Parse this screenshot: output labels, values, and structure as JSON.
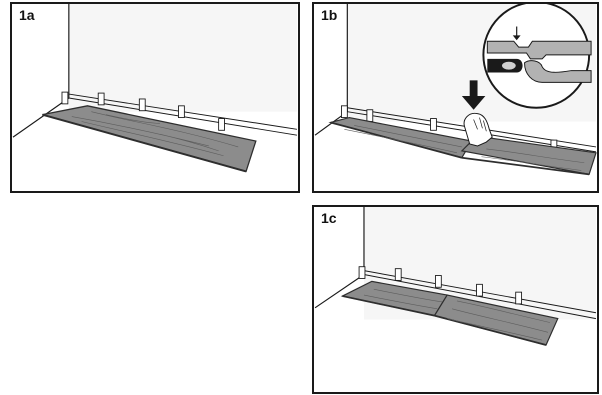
{
  "panels": [
    {
      "id": "1a",
      "label": "1a"
    },
    {
      "id": "1b",
      "label": "1b"
    },
    {
      "id": "1c",
      "label": "1c"
    }
  ],
  "colors": {
    "line": "#1a1a1a",
    "plank": "#8c8c8c",
    "plank_edge": "#2e2e2e",
    "wall": "#f4f4f4",
    "floor": "#ffffff"
  },
  "icons": {
    "press_arrow": "down-arrow-icon",
    "detail": "magnifier-detail-icon",
    "hand": "hand-icon",
    "spacer": "wedge-spacer-icon"
  }
}
